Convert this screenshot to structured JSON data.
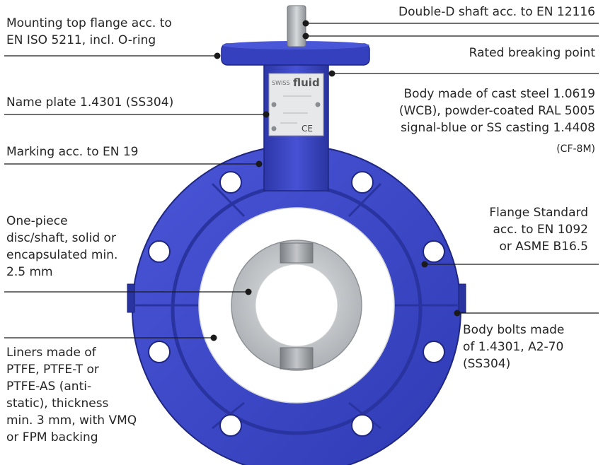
{
  "colors": {
    "body_blue": "#3a46c8",
    "body_blue_dark": "#222b8c",
    "liner": "#ffffff",
    "disc": "#c9cdd0",
    "shaft": "#b8bcbf",
    "leader": "#1a1a1a"
  },
  "icons": [
    "valve-body",
    "disc",
    "shaft",
    "name-plate"
  ],
  "plate": {
    "brand_left": "SWISS",
    "brand_right": "fluid",
    "mark": "CE"
  },
  "labels": {
    "top_flange": [
      "Mounting top flange acc. to",
      "EN ISO 5211, incl. O-ring"
    ],
    "shaft": "Double-D shaft acc. to EN 12116",
    "breaking_point": "Rated breaking point",
    "body": [
      "Body made of cast steel 1.0619",
      "(WCB), powder-coated RAL 5005",
      "signal-blue or SS casting 1.4408"
    ],
    "body_note": "(CF-8M)",
    "name_plate": "Name plate 1.4301 (SS304)",
    "marking": "Marking acc. to  EN 19",
    "flange_standard": [
      "Flange Standard",
      "acc. to EN 1092",
      "or ASME B16.5"
    ],
    "disc": [
      "One-piece",
      "disc/shaft, solid or",
      "encapsulated min.",
      "2.5 mm"
    ],
    "bolts": [
      "Body bolts made",
      "of 1.4301, A2-70",
      "(SS304)"
    ],
    "liners": [
      "Liners made of",
      "PTFE, PTFE-T or",
      "PTFE-AS (anti-",
      "static), thickness",
      "min. 3 mm, with VMQ",
      "or FPM backing"
    ]
  }
}
